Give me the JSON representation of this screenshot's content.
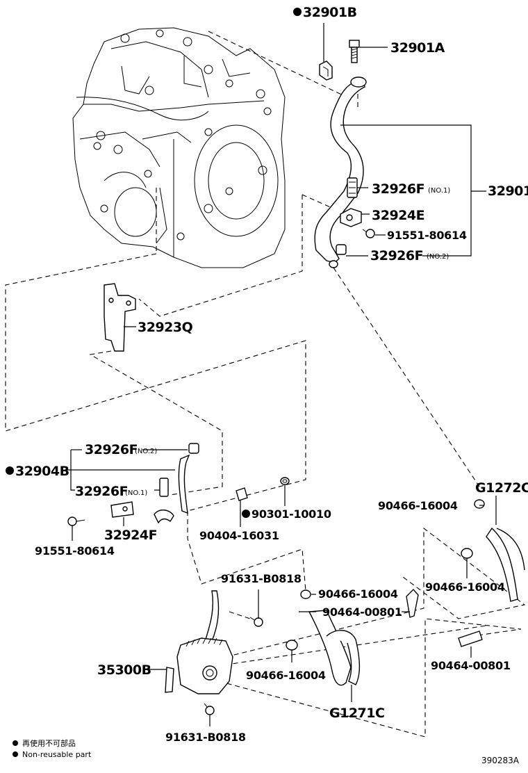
{
  "labels": {
    "p32901B": "32901B",
    "p32901A": "32901A",
    "p32926F_no1": "32926F",
    "p32926F_no2": "32926F",
    "note_no1": "(NO.1)",
    "note_no2": "(NO.2)",
    "p32901": "32901",
    "p32924E": "32924E",
    "p91551_upper": "91551-80614",
    "p32923Q": "32923Q",
    "p32904B": "32904B",
    "p32926F_no2_lower": "32926F",
    "note_no2_lower": "(NO.2)",
    "p32926F_no1_lower": "32926F",
    "note_no1_lower": "(NO.1)",
    "p32924F": "32924F",
    "p91551_lower": "91551-80614",
    "p90404": "90404-16031",
    "p90301": "90301-10010",
    "p90466_a": "90466-16004",
    "pG1272C": "G1272C",
    "p90466_b": "90466-16004",
    "p90466_c": "90466-16004",
    "p90464_a": "90464-00801",
    "p90464_b": "90464-00801",
    "p90466_d": "90466-16004",
    "p91631_upper": "91631-B0818",
    "p35300B": "35300B",
    "pG1271C": "G1271C",
    "p91631_lower": "91631-B0818"
  },
  "legend": {
    "line1": "再使用不可部品",
    "line2": "Non-reusable part"
  },
  "diagram_id": "390283A"
}
